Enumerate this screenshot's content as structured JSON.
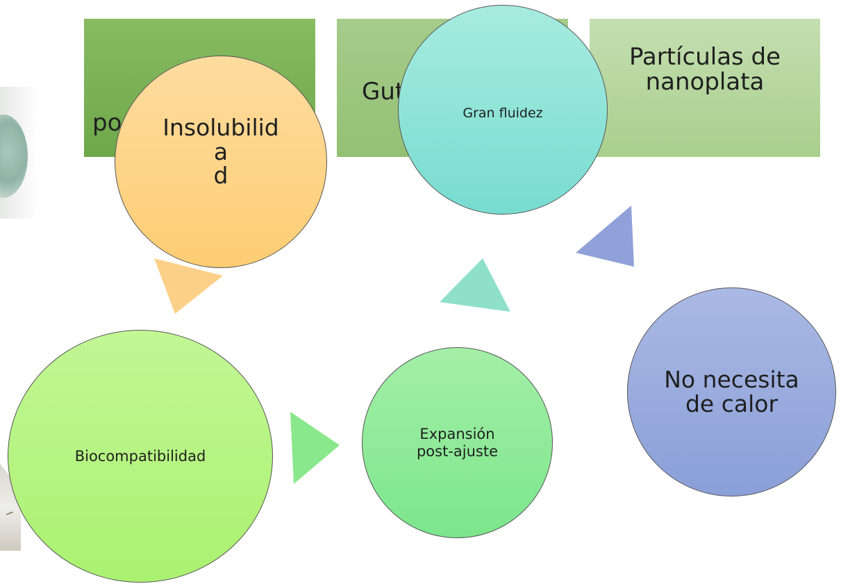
{
  "rectangles": [
    {
      "label": "po"
    },
    {
      "label": "Gut"
    },
    {
      "label": "Partículas de\nnanoplata"
    }
  ],
  "circles": {
    "insolubilidad": "Insolubilida\nd",
    "gran_fluidez": "Gran fluidez",
    "no_necesita_calor": "No necesita\nde calor",
    "biocompatibilidad": "Biocompatibilidad",
    "expansion": "Expansión\npost-ajuste"
  },
  "colors": {
    "orange_arrow": "#fdd08a",
    "green_arrow": "#8ae88c",
    "teal_arrow": "#8ee0c8",
    "blue_arrow": "#8fa1d8"
  },
  "icons": {
    "photo_top": "product-photo",
    "photo_bottom": "product-box-photo"
  }
}
